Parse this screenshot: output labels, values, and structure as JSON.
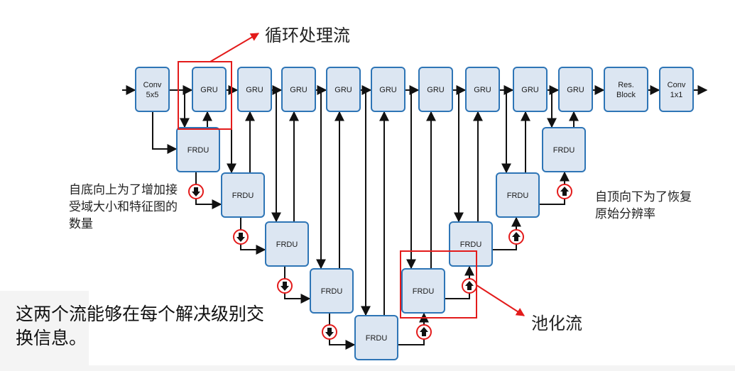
{
  "top_row": {
    "conv5": [
      "Conv",
      "5x5"
    ],
    "gru": "GRU",
    "res": [
      "Res.",
      "Block"
    ],
    "conv1": [
      "Conv",
      "1x1"
    ]
  },
  "frdu": "FRDU",
  "labels": {
    "loop_stream": "循环处理流",
    "pool_stream": "池化流",
    "bottom_up": "自底向上为了增加接受域大小和特征图的数量",
    "top_down": "自顶向下为了恢复原始分辨率",
    "exchange": "这两个流能够在每个解决级别交换信息。"
  },
  "colors": {
    "box_fill": "#dce6f2",
    "box_stroke": "#2e75b6",
    "highlight": "#e31b1b",
    "arrow": "#111111"
  },
  "icons": {
    "down_pool": "down-arrow-circle-icon",
    "up_pool": "up-arrow-circle-icon"
  }
}
